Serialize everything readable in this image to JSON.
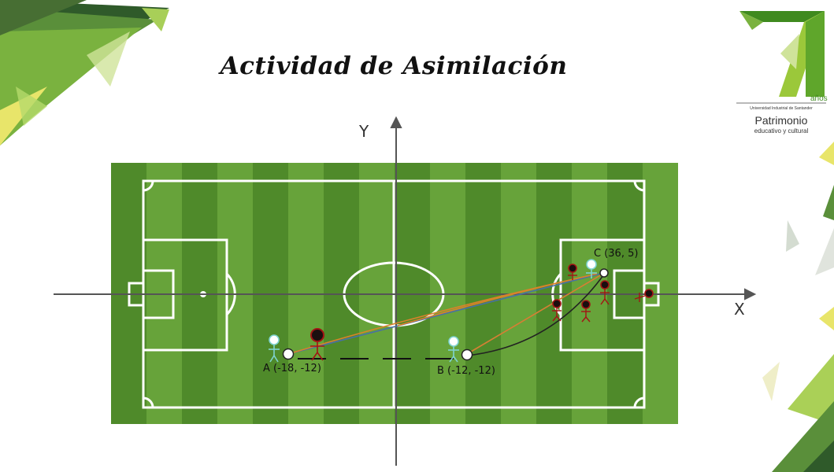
{
  "slide": {
    "title": "Actividad de Asimilación"
  },
  "logo": {
    "number": "71",
    "anos": "años",
    "university": "Universidad Industrial de Santander",
    "brand": "Patrimonio",
    "subtitle": "educativo y cultural",
    "colors": {
      "green_dark": "#3f8a1f",
      "green_light": "#9bc83a"
    }
  },
  "diagram": {
    "axes": {
      "x_label": "X",
      "y_label": "Y"
    },
    "points": {
      "a": {
        "label": "A (-18, -12)"
      },
      "b": {
        "label": "B (-12, -12)"
      },
      "c": {
        "label": "C (36, 5)"
      }
    },
    "field_colors": {
      "stripe_dark": "#4f8a2a",
      "stripe_light": "#67a33a",
      "lines": "#ffffff"
    },
    "pass_line_colors": [
      "#4a6fa5",
      "#d9822b",
      "#222222"
    ],
    "player_colors": {
      "team_light": "#7fd3d0",
      "team_dark": "#a31414"
    }
  }
}
